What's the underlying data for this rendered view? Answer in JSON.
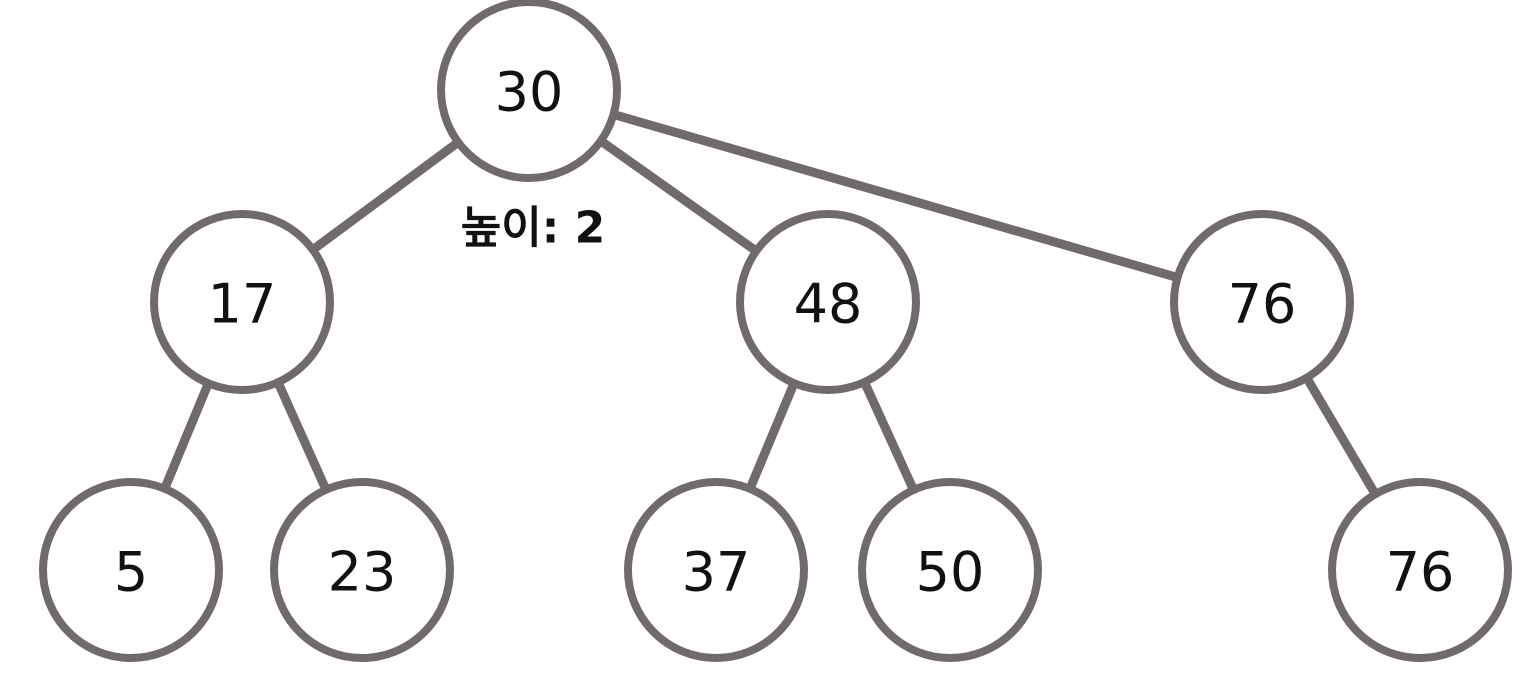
{
  "tree": {
    "nodes": [
      {
        "id": "n30",
        "label": "30"
      },
      {
        "id": "n17",
        "label": "17"
      },
      {
        "id": "n48",
        "label": "48"
      },
      {
        "id": "n76a",
        "label": "76"
      },
      {
        "id": "n5",
        "label": "5"
      },
      {
        "id": "n23",
        "label": "23"
      },
      {
        "id": "n37",
        "label": "37"
      },
      {
        "id": "n50",
        "label": "50"
      },
      {
        "id": "n76b",
        "label": "76"
      }
    ],
    "edges": [
      {
        "from": "n30",
        "to": "n17"
      },
      {
        "from": "n30",
        "to": "n48"
      },
      {
        "from": "n30",
        "to": "n76a"
      },
      {
        "from": "n17",
        "to": "n5"
      },
      {
        "from": "n17",
        "to": "n23"
      },
      {
        "from": "n48",
        "to": "n37"
      },
      {
        "from": "n48",
        "to": "n50"
      },
      {
        "from": "n76a",
        "to": "n76b"
      }
    ],
    "annotation": "높이: 2",
    "colors": {
      "stroke": "#716a6a",
      "fill": "#ffffff",
      "text": "#111111"
    }
  }
}
